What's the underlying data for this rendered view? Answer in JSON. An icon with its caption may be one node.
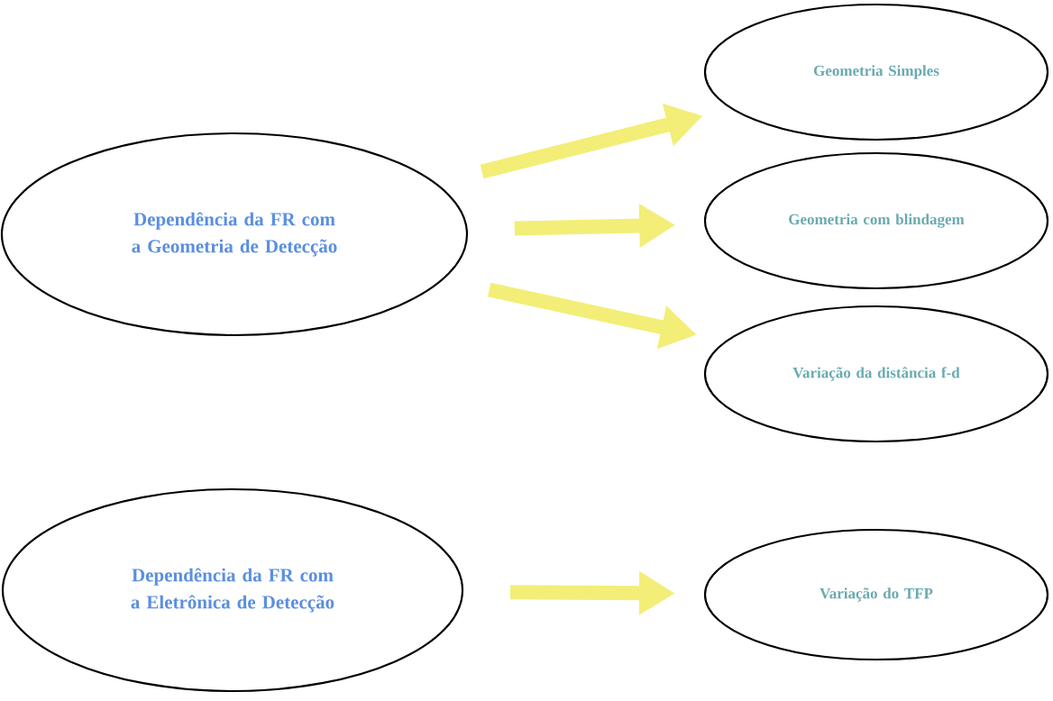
{
  "diagram": {
    "nodes": [
      {
        "text": [
          "Dependência da FR com a Geometria de Detecção"
        ]
      },
      {
        "text": [
          "Geometria Simples"
        ]
      },
      {
        "text": [
          "Geometria com blindagem"
        ]
      },
      {
        "text": [
          "Variação da distância f-d"
        ]
      },
      {
        "text": [
          "Dependência da FR com a Eletrônica de Detecção"
        ]
      },
      {
        "text": [
          "Variação do TFP"
        ]
      }
    ],
    "edges": [
      {
        "from": 0,
        "to": 1,
        "arrow": "to"
      },
      {
        "from": 0,
        "to": 2,
        "arrow": "to"
      },
      {
        "from": 0,
        "to": 3,
        "arrow": "to"
      },
      {
        "from": 4,
        "to": 5,
        "arrow": "to"
      }
    ]
  }
}
